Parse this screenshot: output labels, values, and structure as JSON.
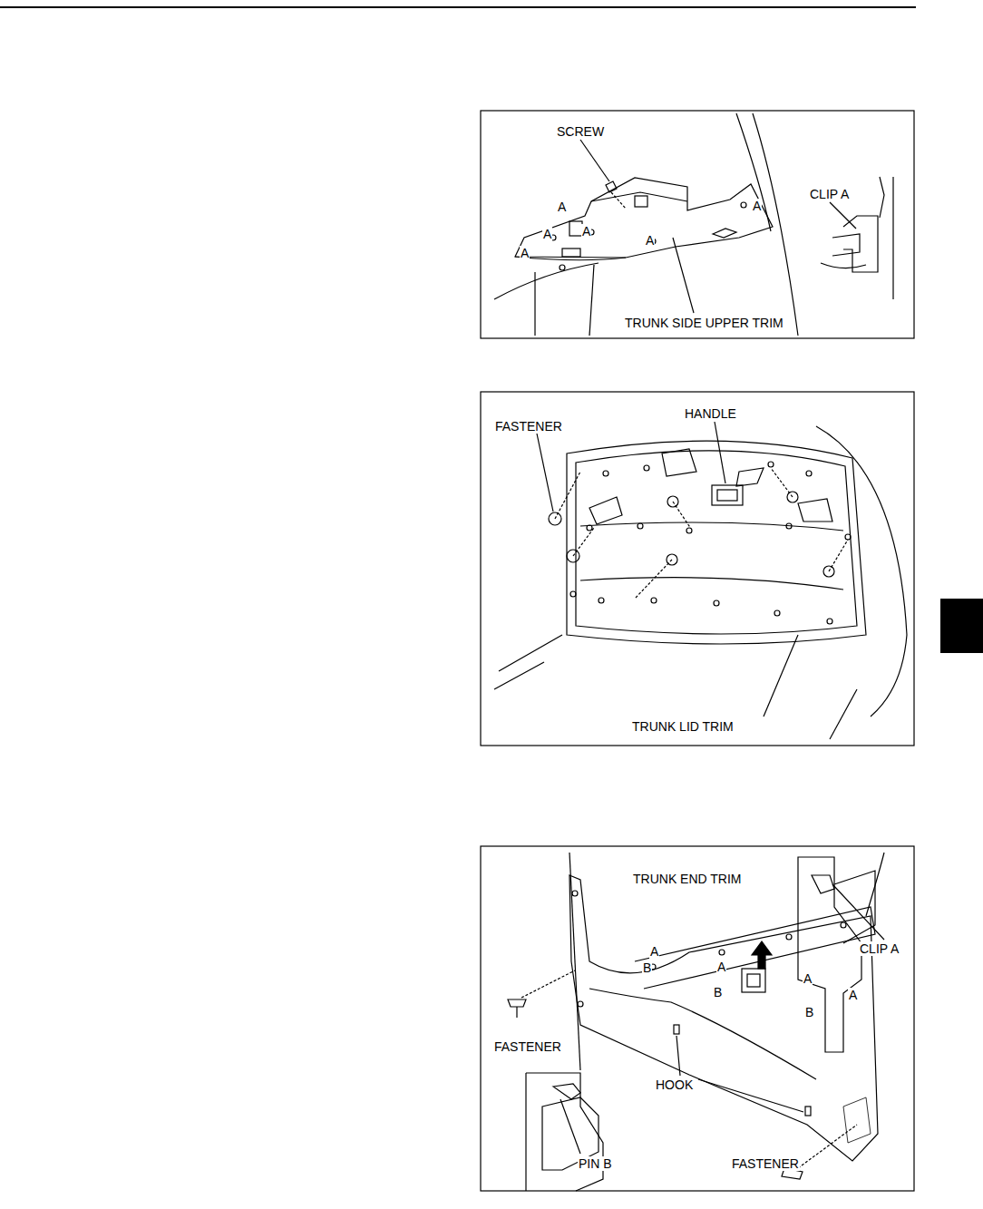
{
  "diagram": {
    "labels": [
      "SCREW",
      "A",
      "A",
      "A",
      "A",
      "A",
      "A",
      "CLIP A",
      "TRUNK SIDE UPPER TRIM",
      "FASTENER",
      "HANDLE",
      "TRUNK LID TRIM",
      "TRUNK END TRIM",
      "CLIP A",
      "A",
      "A",
      "A",
      "A",
      "B",
      "B",
      "B",
      "FASTENER",
      "HOOK",
      "PIN B",
      "FASTENER"
    ]
  }
}
